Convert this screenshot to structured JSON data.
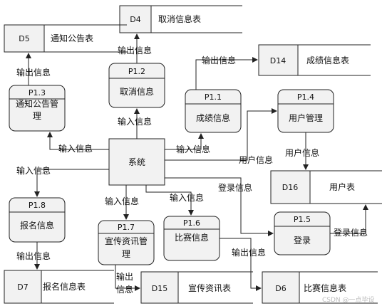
{
  "processes": {
    "p1_1": {
      "id": "P1.1",
      "name": "成绩信息"
    },
    "p1_2": {
      "id": "P1.2",
      "name": "取消信息"
    },
    "p1_3": {
      "id": "P1.3",
      "name_line1": "通知公告管",
      "name_line2": "理"
    },
    "p1_4": {
      "id": "P1.4",
      "name": "用户管理"
    },
    "p1_5": {
      "id": "P1.5",
      "name": "登录"
    },
    "p1_6": {
      "id": "P1.6",
      "name": "比赛信息"
    },
    "p1_7": {
      "id": "P1.7",
      "name_line1": "宣传资讯管",
      "name_line2": "理"
    },
    "p1_8": {
      "id": "P1.8",
      "name": "报名信息"
    }
  },
  "system": {
    "name": "系统"
  },
  "stores": {
    "d4": {
      "id": "D4",
      "name": "取消信息表"
    },
    "d5": {
      "id": "D5",
      "name": "通知公告表"
    },
    "d14": {
      "id": "D14",
      "name": "成绩信息表"
    },
    "d16": {
      "id": "D16",
      "name": "用户表"
    },
    "d7": {
      "id": "D7",
      "name": "报名信息表"
    },
    "d15": {
      "id": "D15",
      "name": "宣传资讯表"
    },
    "d6": {
      "id": "D6",
      "name": "比赛信息表"
    }
  },
  "flows": {
    "out_d4": "输出信息",
    "out_d5": "输出信息",
    "out_d14": "输出信息",
    "in_p1_2": "输入信息",
    "in_p1_3": "输入信息",
    "in_p1_1": "输入信息",
    "user_info_1": "用户信息",
    "user_info_2": "用户信息",
    "in_p1_8": "输入信息",
    "in_p1_7": "输入信息",
    "in_p1_6": "输入信息",
    "login_info_1": "登录信息",
    "login_info_2": "登录信息",
    "out_d7": "输出信息",
    "out_d15_line1": "输出",
    "out_d15_line2": "信息",
    "out_d6": "输出信息"
  },
  "watermark": "CSDN @一点毕设"
}
